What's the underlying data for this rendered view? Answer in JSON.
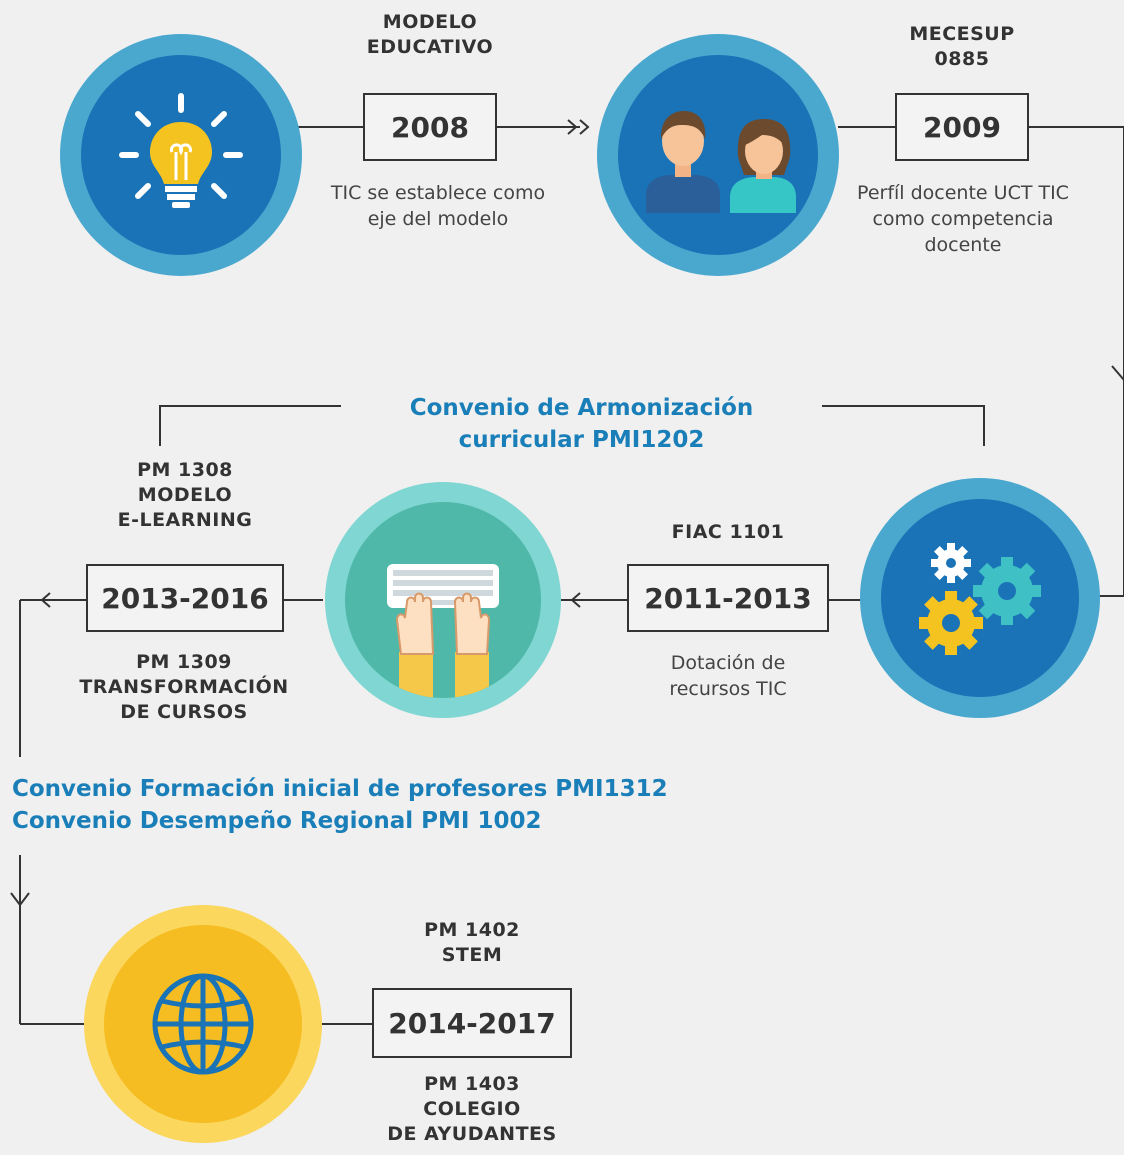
{
  "nodes": [
    {
      "id": "n1",
      "top_label": [
        "MODELO",
        "EDUCATIVO"
      ],
      "year": "2008",
      "description": [
        "TIC se establece como",
        "eje del modelo"
      ],
      "icon": "lightbulb-icon",
      "color": "#1a73b7",
      "ring": "#4aa8cf"
    },
    {
      "id": "n2",
      "top_label": [
        "MECESUP",
        "0885"
      ],
      "year": "2009",
      "description": [
        "Perfíl docente UCT TIC",
        "como competencia",
        "docente"
      ],
      "icon": "teachers-icon",
      "color": "#1a73b7",
      "ring": "#4aa8cf"
    },
    {
      "id": "n3",
      "top_label": [
        "FIAC 1101"
      ],
      "year": "2011-2013",
      "description": [
        "Dotación de",
        "recursos TIC"
      ],
      "icon": "gears-icon",
      "color": "#1a73b7",
      "ring": "#4aa8cf"
    },
    {
      "id": "n4",
      "top_label": [
        "PM 1308",
        "MODELO",
        "E-LEARNING"
      ],
      "year": "2013-2016",
      "bottom_label": [
        "PM 1309",
        "TRANSFORMACIÓN",
        "DE CURSOS"
      ],
      "icon": "keyboard-typing-icon",
      "color": "#4fb8a8",
      "ring": "#7fd6d2"
    },
    {
      "id": "n5",
      "top_label": [
        "PM 1402",
        "STEM"
      ],
      "year": "2014-2017",
      "bottom_label": [
        "PM 1403",
        "COLEGIO",
        "DE AYUDANTES"
      ],
      "icon": "globe-icon",
      "color": "#f5bd22",
      "ring": "#fbd75e"
    }
  ],
  "headings": {
    "armonizacion": [
      "Convenio de Armonización",
      "curricular PMI1202"
    ],
    "formacion": [
      "Convenio Formación inicial de profesores PMI1312",
      "Convenio Desempeño Regional PMI 1002"
    ]
  },
  "colors": {
    "heading": "#1a7fb8",
    "line": "#333333",
    "background": "#f0f0f0"
  }
}
